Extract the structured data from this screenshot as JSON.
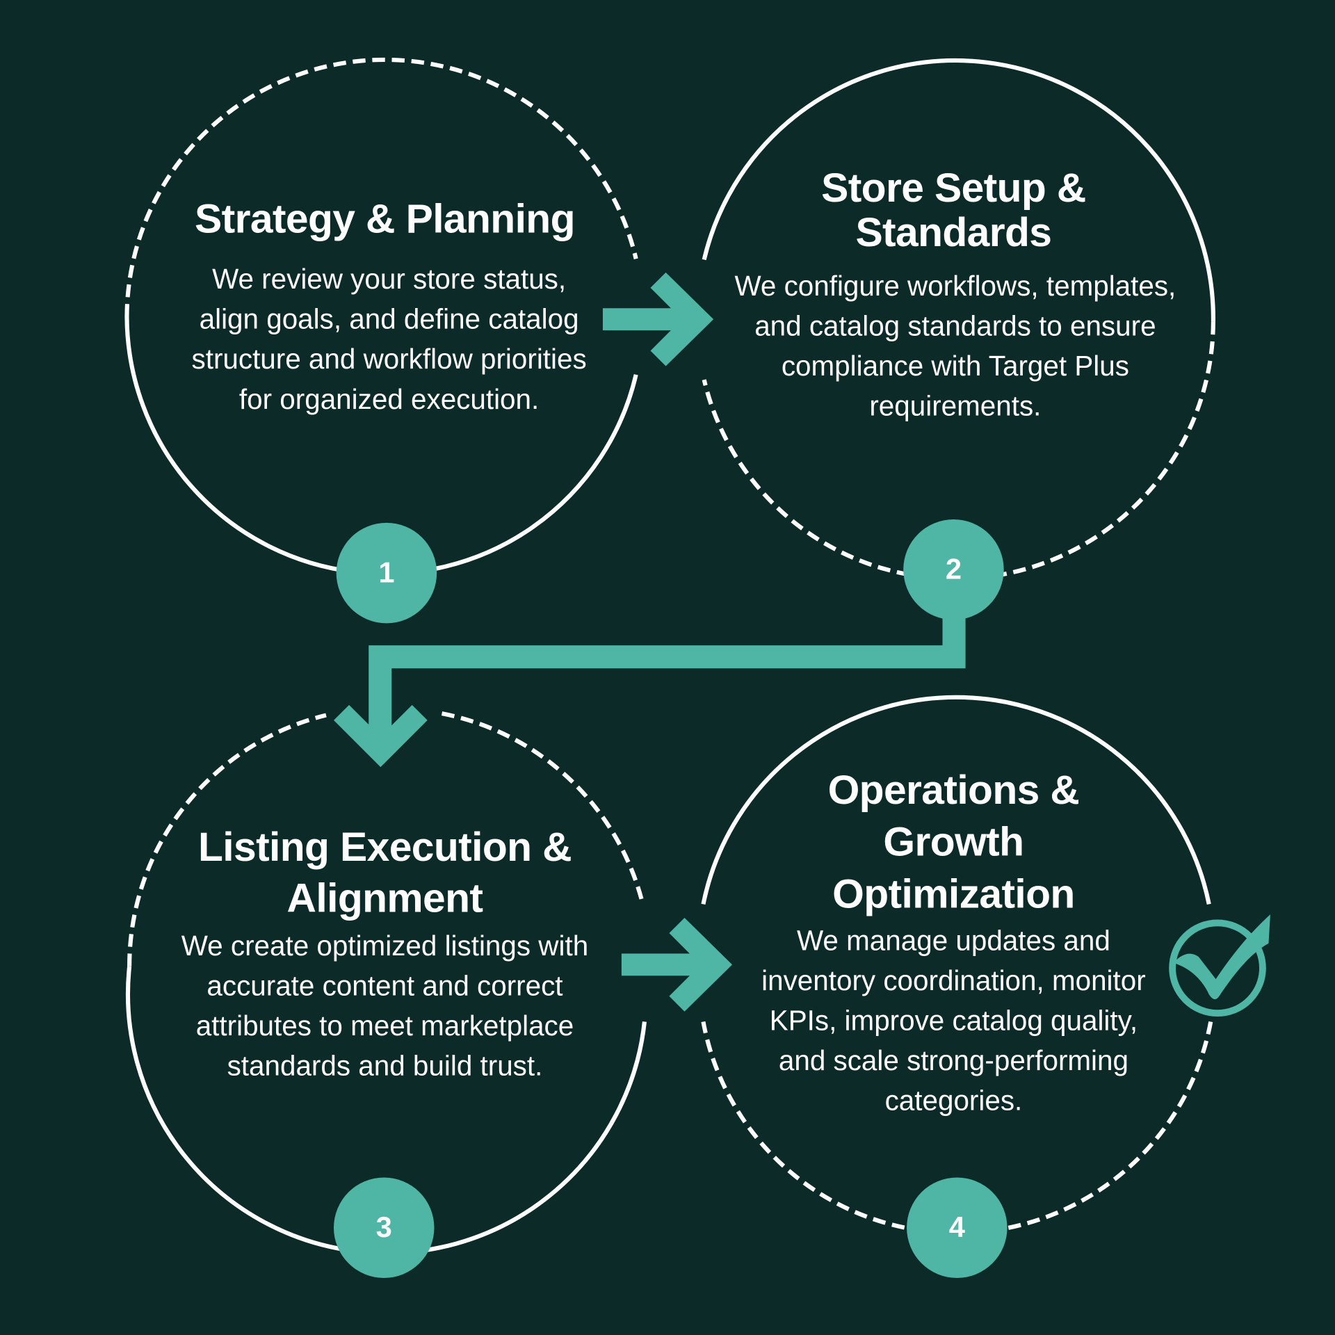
{
  "colors": {
    "background": "#0c2b28",
    "accent": "#4fb5a4",
    "line": "#ffffff"
  },
  "steps": [
    {
      "number": "1",
      "title": "Strategy & Planning",
      "description": "We review your store status, align goals, and define catalog structure and workflow priorities for organized execution."
    },
    {
      "number": "2",
      "title": "Store Setup & Standards",
      "description": "We configure workflows, templates, and catalog standards to ensure compliance with Target Plus requirements."
    },
    {
      "number": "3",
      "title": "Listing Execution & Alignment",
      "description": "We create optimized listings with accurate content and correct attributes to meet marketplace standards and build trust."
    },
    {
      "number": "4",
      "title": "Operations & Growth Optimization",
      "description": "We manage updates and inventory coordination, monitor KPIs, improve catalog quality, and scale strong-performing categories."
    }
  ],
  "icons": {
    "completion": "check-circle-icon",
    "flow": "arrow-icon"
  }
}
